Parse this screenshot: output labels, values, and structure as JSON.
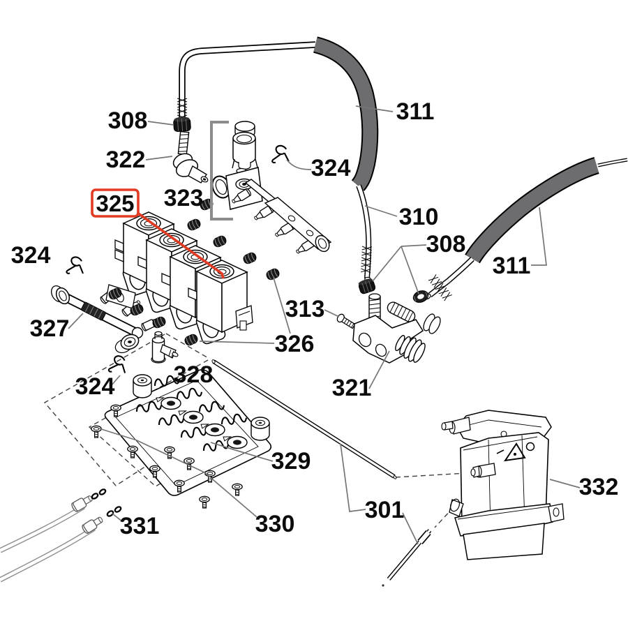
{
  "diagram": {
    "type": "exploded-parts-diagram",
    "background": "#ffffff",
    "colors": {
      "outline": "#000000",
      "leader_gray": "#757575",
      "bracket_gray": "#8c8c8c",
      "sleeve_gray": "#6d6d6f",
      "highlight_red": "#e23b23",
      "dashed_gray": "#3f3f3f"
    },
    "highlighted_part": "325",
    "labels": {
      "l308_top": "308",
      "l322": "322",
      "l323": "323",
      "l324_top": "324",
      "l311_top": "311",
      "l310": "310",
      "l325": "325",
      "l324_left": "324",
      "l308_right": "308",
      "l311_right": "311",
      "l313": "313",
      "l327": "327",
      "l326": "326",
      "l321": "321",
      "l324_bottom": "324",
      "l328": "328",
      "l329": "329",
      "l330": "330",
      "l331": "331",
      "l301": "301",
      "l332": "332"
    }
  }
}
